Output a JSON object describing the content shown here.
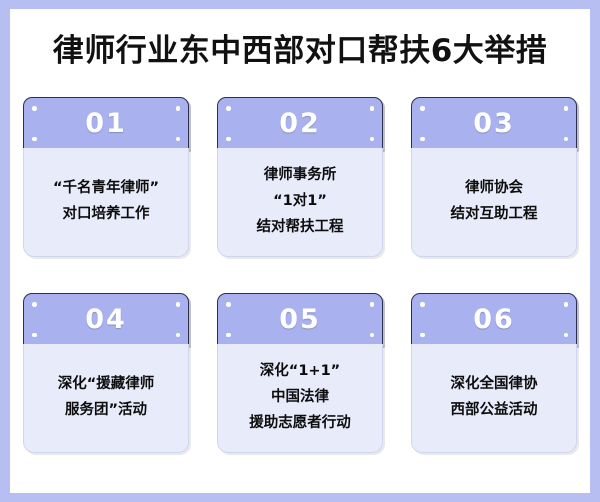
{
  "frame": {
    "border_color": "#b7bef2",
    "background": "#ffffff"
  },
  "header": {
    "title": "律师行业东中西部对口帮扶6大举措"
  },
  "theme": {
    "card_header_color": "#a9b2ee",
    "card_header_border": "#2b3050",
    "card_body_color": "#e8ebfa",
    "number_color": "#ffffff",
    "text_color": "#0d0d0d"
  },
  "cards": [
    {
      "number": "01",
      "lines": [
        "“千名青年律师”",
        "对口培养工作"
      ]
    },
    {
      "number": "02",
      "lines": [
        "律师事务所",
        "“1对1”",
        "结对帮扶工程"
      ]
    },
    {
      "number": "03",
      "lines": [
        "律师协会",
        "结对互助工程"
      ]
    },
    {
      "number": "04",
      "lines": [
        "深化“援藏律师",
        "服务团”活动"
      ]
    },
    {
      "number": "05",
      "lines": [
        "深化“1+1”",
        "中国法律",
        "援助志愿者行动"
      ]
    },
    {
      "number": "06",
      "lines": [
        "深化全国律协",
        "西部公益活动"
      ]
    }
  ]
}
